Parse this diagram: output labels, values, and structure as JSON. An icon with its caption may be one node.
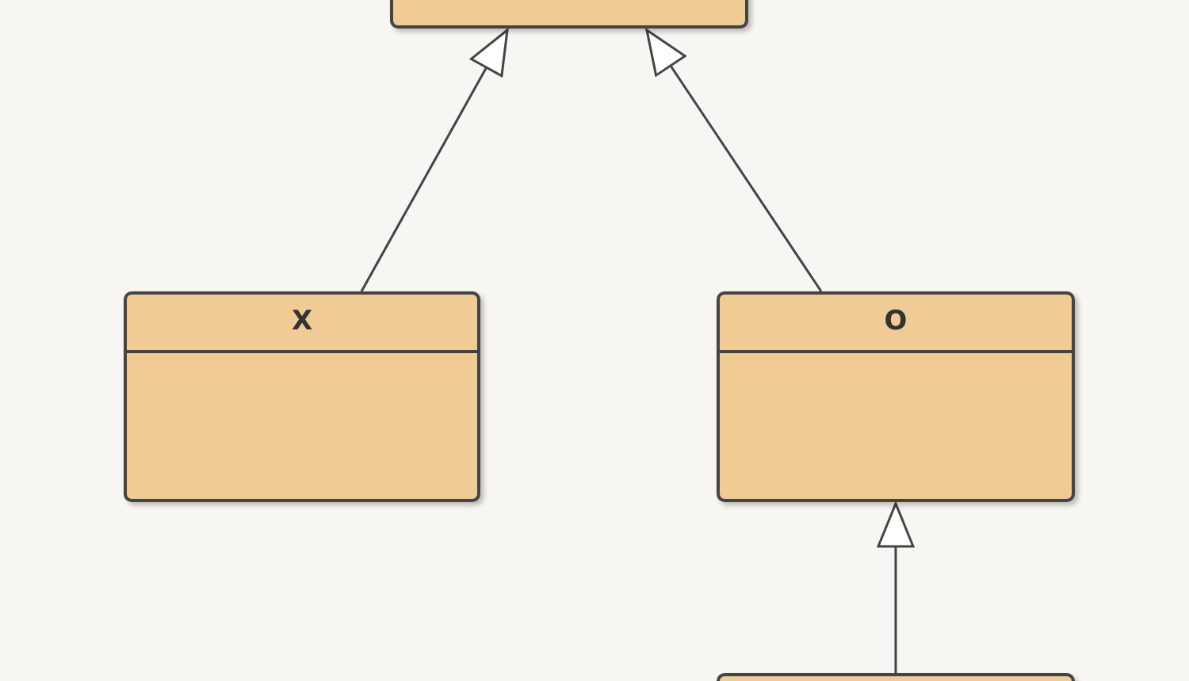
{
  "diagram": {
    "nodes": [
      {
        "text": [],
        "shape": "box"
      },
      {
        "text": [
          "X"
        ]
      },
      {
        "text": [
          "O"
        ]
      },
      {
        "text": [],
        "shape": "box"
      }
    ],
    "edges": [
      {
        "from": 1,
        "to": 0,
        "arrow": "to"
      },
      {
        "from": 2,
        "to": 0,
        "arrow": "to"
      },
      {
        "from": 3,
        "to": 2,
        "arrow": "to"
      }
    ]
  }
}
